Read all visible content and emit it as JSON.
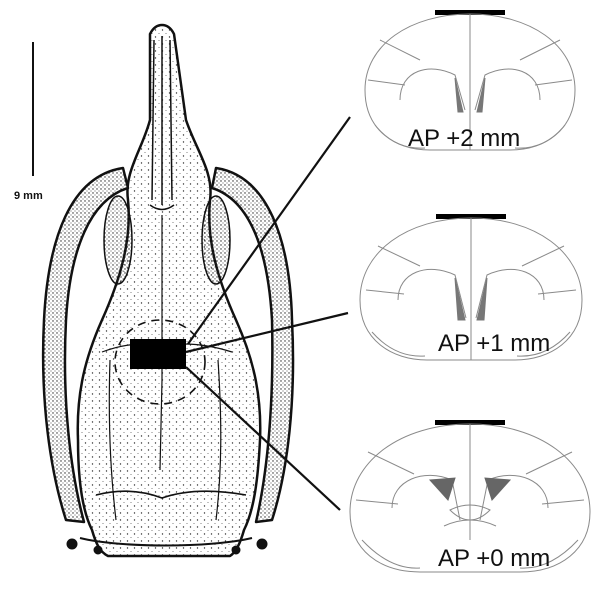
{
  "scale_bar": {
    "label": "9 mm"
  },
  "sections": [
    {
      "label": "AP +2 mm"
    },
    {
      "label": "AP +1 mm"
    },
    {
      "label": "AP +0 mm"
    }
  ],
  "colors": {
    "ink": "#111111",
    "outline": "#8a8a8a",
    "ventricle": "#7a7a7a"
  }
}
